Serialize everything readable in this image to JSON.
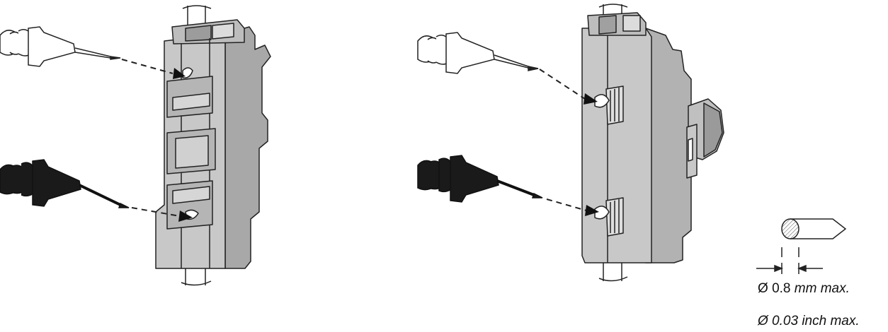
{
  "figure": {
    "annotation_line1": {
      "symbol": "Ø",
      "value": "0.8",
      "unit": "mm max."
    },
    "annotation_line2": "Ø 0.03 inch max."
  },
  "colors": {
    "device_fill": "#c8c8c8",
    "device_dark": "#a8a8a8",
    "outline": "#222222",
    "probe_dark": "#1a1a1a",
    "probe_light": "#ffffff",
    "hatch": "#666666"
  }
}
